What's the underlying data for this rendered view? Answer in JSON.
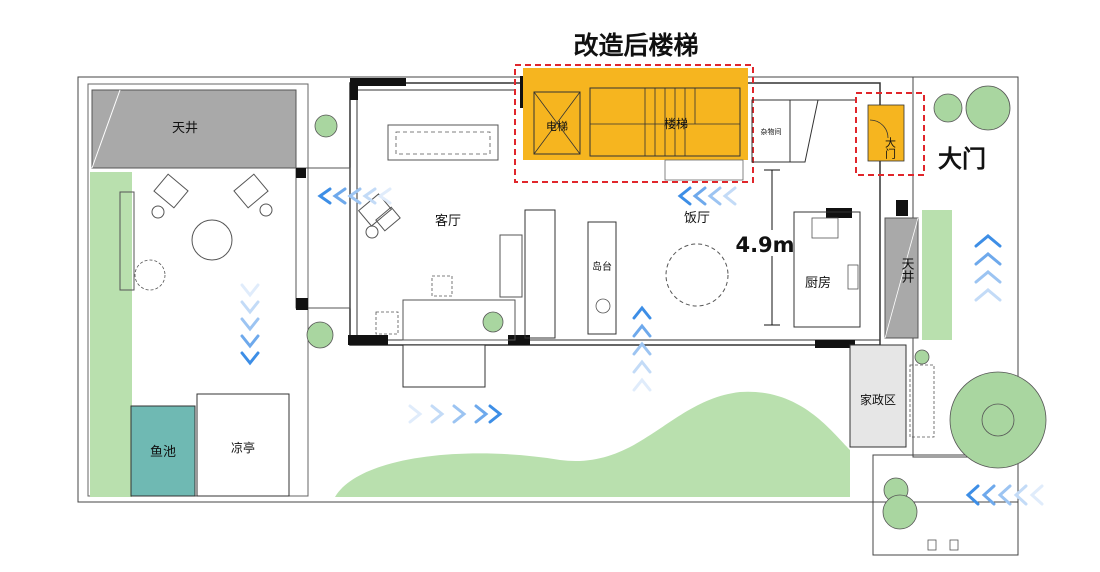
{
  "headline": "改造后楼梯",
  "rooms": {
    "skywell_top": "天井",
    "elevator": "电梯",
    "stairs": "楼梯",
    "storage": "杂物间",
    "entrance_small": "大门",
    "living_room": "客厅",
    "dining_room": "饭厅",
    "island": "岛台",
    "kitchen": "厨房",
    "skywell_side": "天井",
    "housekeeping": "家政区",
    "fish_pond": "鱼池",
    "pavilion": "凉亭"
  },
  "entrance_label": "大门",
  "dimension_label": "4.9m",
  "colors": {
    "accent_orange": "#f6b51f",
    "highlight_red": "#e0262b",
    "arrow_blue": "#3d8ee6",
    "garden_green": "#b9e0ae",
    "tree_green": "#a9d6a0",
    "skywell_grey": "#a9a9a9",
    "pond_teal": "#6fb9b3"
  }
}
